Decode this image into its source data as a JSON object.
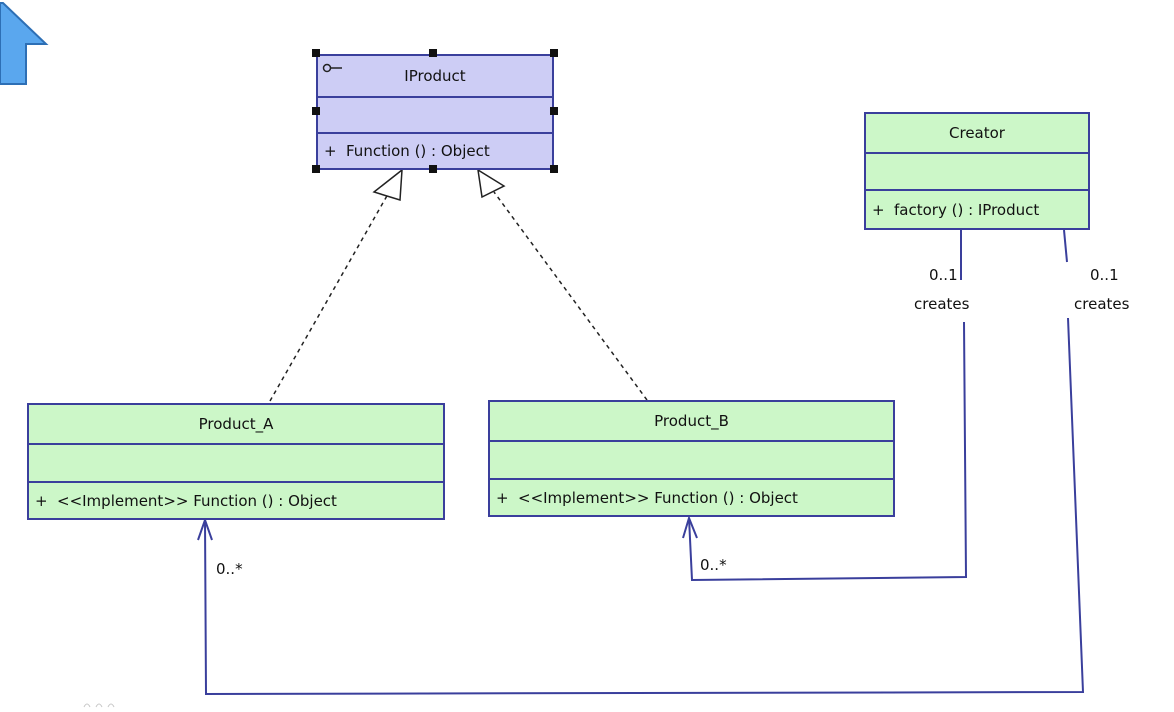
{
  "diagram": {
    "classes": {
      "iproduct": {
        "name": "IProduct",
        "operation": {
          "visibility": "+",
          "signature": "Function ()  : Object"
        }
      },
      "creator": {
        "name": "Creator",
        "operation": {
          "visibility": "+",
          "signature": "factory ()  : IProduct"
        }
      },
      "product_a": {
        "name": "Product_A",
        "operation": {
          "visibility": "+",
          "signature": "<<Implement>>  Function ()  : Object"
        }
      },
      "product_b": {
        "name": "Product_B",
        "operation": {
          "visibility": "+",
          "signature": "<<Implement>>  Function ()  : Object"
        }
      }
    },
    "associations": {
      "creates_b": {
        "multiplicity_source": "0..1",
        "role": "creates",
        "multiplicity_target": "0..*"
      },
      "creates_a": {
        "multiplicity_source": "0..1",
        "role": "creates",
        "multiplicity_target": "0..*"
      }
    },
    "colors": {
      "class_fill": "#ccf7c8",
      "selected_fill": "#cdcdf5",
      "border": "#3a3f9c",
      "arrow_icon": "#5aa7ee"
    },
    "icons": [
      "arrow-up-icon",
      "interface-icon"
    ]
  }
}
